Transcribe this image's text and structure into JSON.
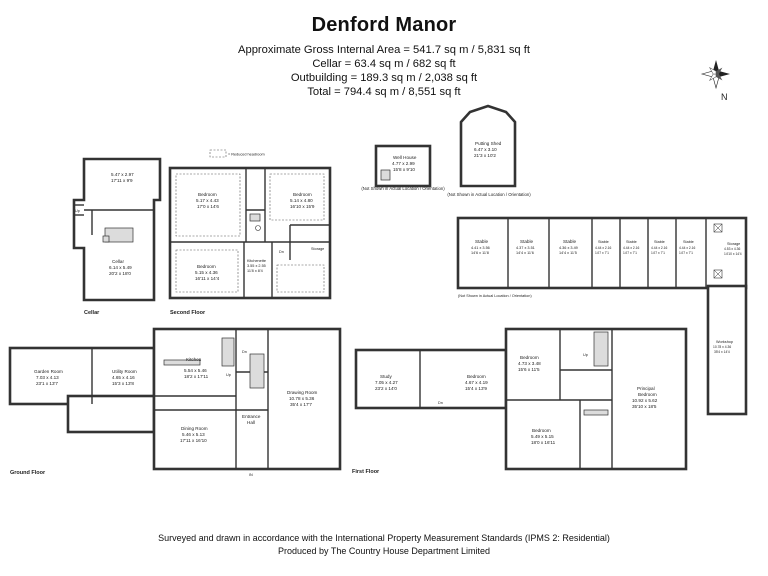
{
  "header": {
    "title": "Denford Manor",
    "gross_area": "Approximate Gross Internal Area = 541.7 sq m / 5,831 sq ft",
    "cellar_area": "Cellar = 63.4 sq m / 682 sq ft",
    "outbuilding_area": "Outbuilding = 189.3 sq m / 2,038 sq ft",
    "total_area": "Total = 794.4 sq m / 8,551 sq ft"
  },
  "compass": {
    "north": "N",
    "icon": "compass-rose-icon"
  },
  "legend": {
    "reduced_headroom": "= Reduced headroom"
  },
  "cellar": {
    "label": "Cellar",
    "room_top": {
      "name": "5.47 x 2.97",
      "dims": "17'11 x 9'9"
    },
    "room_main": {
      "name": "Cellar",
      "dims": "6.14 x 5.49",
      "dims_imp": "20'2 x 18'0"
    },
    "up": "Up"
  },
  "second_floor": {
    "label": "Second Floor",
    "bed1": {
      "name": "Bedroom",
      "dims": "5.17 x 4.43",
      "dims_imp": "17'0 x 14'6"
    },
    "bed2": {
      "name": "Bedroom",
      "dims": "5.14 x 4.80",
      "dims_imp": "16'10 x 15'9"
    },
    "bed3": {
      "name": "Bedroom",
      "dims": "5.15 x 4.36",
      "dims_imp": "16'11 x 14'4"
    },
    "kitchenette": {
      "name": "Kitchenette",
      "dims": "3.55 x 2.55",
      "dims_imp": "11'8 x 8'4"
    },
    "storage": "Storage",
    "dn": "Dn"
  },
  "outbuildings": {
    "well_house": {
      "name": "Well House",
      "dims": "4.77 x 2.99",
      "dims_imp": "15'8 x 9'10",
      "note": "(Not Shown in Actual Location / Orientation)"
    },
    "putting_shed": {
      "name": "Putting Shed",
      "dims": "6.47 x 3.10",
      "dims_imp": "21'3 x 10'2",
      "note": "(Not Shown in Actual Location / Orientation)"
    },
    "stables": [
      {
        "name": "Stable",
        "dims": "4.41 x 3.56",
        "dims_imp": "14'6 x 11'8"
      },
      {
        "name": "Stable",
        "dims": "4.37 x 3.51",
        "dims_imp": "14'4 x 11'6"
      },
      {
        "name": "Stable",
        "dims": "4.36 x 3.49",
        "dims_imp": "14'4 x 11'5"
      },
      {
        "name": "Stable",
        "dims": "4.44 x 2.16",
        "dims_imp": "14'7 x 7'1"
      },
      {
        "name": "Stable",
        "dims": "4.44 x 2.16",
        "dims_imp": "14'7 x 7'1"
      },
      {
        "name": "Stable",
        "dims": "4.44 x 2.16",
        "dims_imp": "14'7 x 7'1"
      },
      {
        "name": "Stable",
        "dims": "4.44 x 2.16",
        "dims_imp": "14'7 x 7'1"
      }
    ],
    "storage": {
      "name": "Storage",
      "dims": "4.53 x 4.36",
      "dims_imp": "14'10 x 14'4"
    },
    "workshop": {
      "name": "Workshop",
      "dims": "10.78 x 4.36",
      "dims_imp": "35'4 x 14'4"
    },
    "stables_note": "(Not Shown in Actual Location / Orientation)"
  },
  "ground_floor": {
    "label": "Ground Floor",
    "garden_room": {
      "name": "Garden Room",
      "dims": "7.03 x 4.13",
      "dims_imp": "23'1 x 13'7"
    },
    "utility_room": {
      "name": "Utility Room",
      "dims": "4.65 x 4.16",
      "dims_imp": "15'3 x 13'8"
    },
    "kitchen": {
      "name": "Kitchen",
      "dims": "5.54 x 5.46",
      "dims_imp": "18'2 x 17'11"
    },
    "dining_room": {
      "name": "Dining Room",
      "dims": "5.46 x 5.13",
      "dims_imp": "17'11 x 16'10"
    },
    "entrance_hall": {
      "name": "Entrance",
      "name2": "Hall"
    },
    "drawing_room": {
      "name": "Drawing Room",
      "dims": "10.78 x 5.36",
      "dims_imp": "35'4 x 17'7"
    },
    "up": "Up",
    "dn": "Dn",
    "entry_mark": "IN"
  },
  "first_floor": {
    "label": "First Floor",
    "study": {
      "name": "Study",
      "dims": "7.05 x 4.27",
      "dims_imp": "23'2 x 14'0"
    },
    "bed_a": {
      "name": "Bedroom",
      "dims": "4.67 x 4.19",
      "dims_imp": "15'4 x 13'9"
    },
    "bed_b": {
      "name": "Bedroom",
      "dims": "4.73 x 3.48",
      "dims_imp": "15'6 x 11'5"
    },
    "principal": {
      "name": "Principal",
      "name2": "Bedroom",
      "dims": "10.92 x 5.62",
      "dims_imp": "35'10 x 18'5"
    },
    "bed_c": {
      "name": "Bedroom",
      "dims": "5.49 x 5.15",
      "dims_imp": "18'0 x 16'11"
    },
    "up": "Up",
    "dn": "Dn"
  },
  "footer": {
    "line1": "Surveyed and drawn in accordance with the International Property Measurement Standards (IPMS 2: Residential)",
    "line2": "Produced by The Country House Department Limited"
  }
}
